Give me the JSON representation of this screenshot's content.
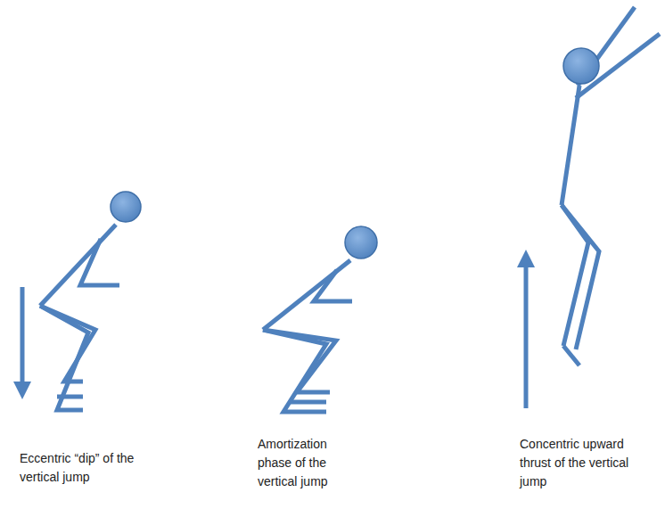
{
  "diagram": {
    "labels": [
      "Eccentric “dip” of the vertical jump",
      "Amortization phase of the vertical jump",
      "Concentric upward thrust of the vertical jump"
    ]
  }
}
